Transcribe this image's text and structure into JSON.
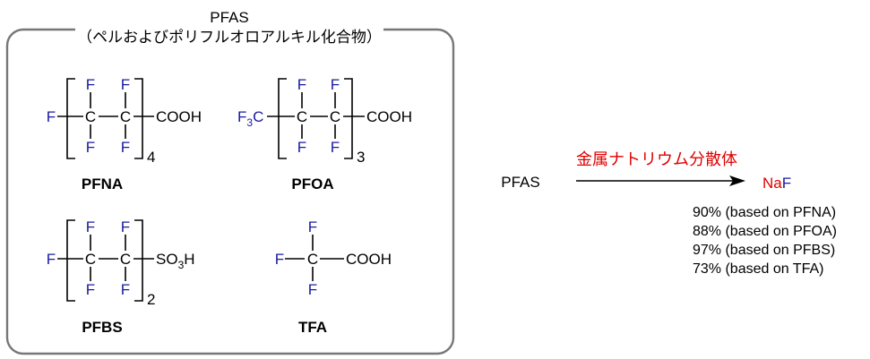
{
  "box": {
    "title": "PFAS",
    "subtitle": "（ペルおよびポリフルオロアルキル化合物）"
  },
  "molecules": {
    "pfna": {
      "name": "PFNA",
      "left": "F",
      "c": "C",
      "f": "F",
      "right": "COOH",
      "repeat": "4"
    },
    "pfoa": {
      "name": "PFOA",
      "left_main": "F",
      "left_sub": "3",
      "left_end": "C",
      "c": "C",
      "f": "F",
      "right": "COOH",
      "repeat": "3"
    },
    "pfbs": {
      "name": "PFBS",
      "left": "F",
      "c": "C",
      "f": "F",
      "right_main": "SO",
      "right_sub": "3",
      "right_end": "H",
      "repeat": "2"
    },
    "tfa": {
      "name": "TFA",
      "c": "C",
      "f": "F",
      "right": "COOH"
    }
  },
  "reaction": {
    "reactant": "PFAS",
    "reagent": "金属ナトリウム分散体",
    "product_na": "Na",
    "product_f": "F",
    "yields": [
      "90% (based on PFNA)",
      "88% (based on PFOA)",
      "97% (based on PFBS)",
      "73% (based on TFA)"
    ]
  },
  "colors": {
    "fluorine": "#1a1aa0",
    "reagent": "#e00000",
    "product_na": "#e00000",
    "box_border": "#777777"
  }
}
